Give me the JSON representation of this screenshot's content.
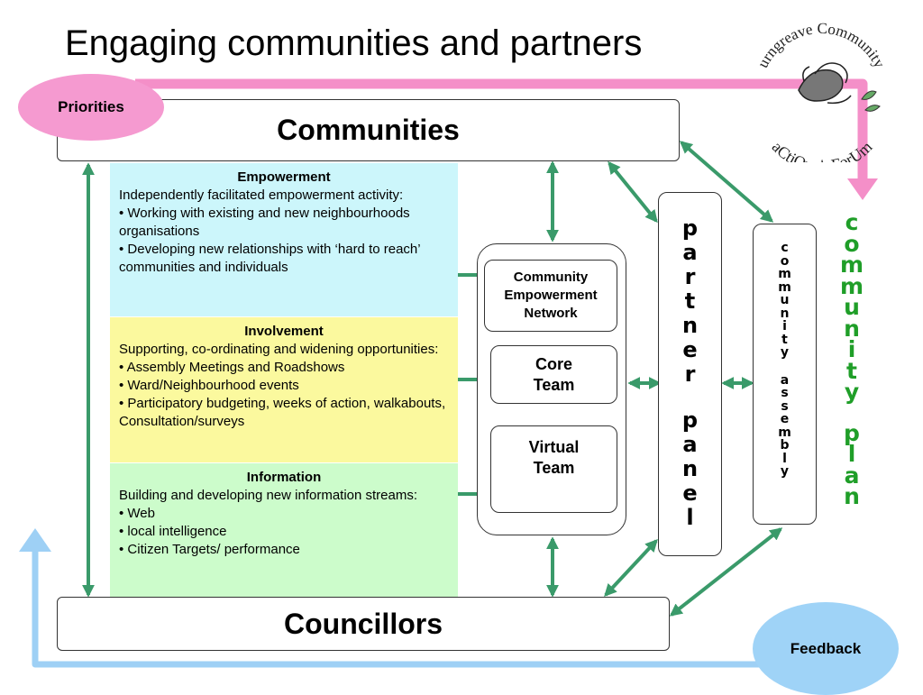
{
  "title": "Engaging communities and partners",
  "communities_label": "Communities",
  "councillors_label": "Councillors",
  "priorities_label": "Priorities",
  "feedback_label": "Feedback",
  "panels": {
    "empowerment": {
      "heading": "Empowerment",
      "lines": [
        "Independently facilitated empowerment activity:",
        "• Working with existing and new neighbourhoods organisations",
        "• Developing new relationships with ‘hard to reach’ communities and individuals"
      ]
    },
    "involvement": {
      "heading": "Involvement",
      "lines": [
        "Supporting, co-ordinating and widening opportunities:",
        "• Assembly Meetings and Roadshows",
        "• Ward/Neighbourhood events",
        "• Participatory budgeting, weeks of action, walkabouts, Consultation/surveys"
      ]
    },
    "information": {
      "heading": "Information",
      "lines": [
        "Building and developing new information streams:",
        "• Web",
        "• local intelligence",
        "• Citizen Targets/ performance"
      ]
    }
  },
  "team_boxes": {
    "cen": "Community Empowerment Network",
    "core": "Core Team",
    "virtual": "Virtual Team"
  },
  "vertical_labels": {
    "partner_panel": "Partner Panel",
    "community_assembly": "Community Assembly",
    "community_plan": "Community Plan"
  },
  "logo": {
    "top_text": "urngreave Community",
    "bottom_text": "aCtiOn ✯ ForUm"
  },
  "colors": {
    "pink": "#f48fc8",
    "pink_ellipse": "#f59ad0",
    "blue": "#9ed0f5",
    "blue_ellipse": "#9fd3f7",
    "green_arrow": "#3a9a6a",
    "vertical_green": "#1f9e28",
    "empowerment_bg": "#ccf6fb",
    "involvement_bg": "#fbf99e",
    "information_bg": "#ccfccb"
  }
}
